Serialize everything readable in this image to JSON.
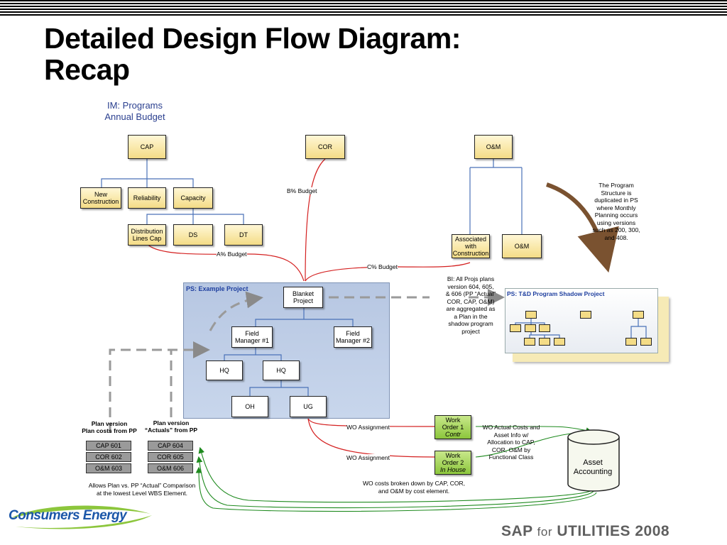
{
  "header": {
    "title_line1": "Detailed Design Flow Diagram:",
    "title_line2": "Recap"
  },
  "im_label": {
    "line1": "IM:  Programs",
    "line2": "Annual Budget"
  },
  "budget_boxes": {
    "cap": "CAP",
    "cor": "COR",
    "om": "O&M",
    "new_construction_1": "New",
    "new_construction_2": "Construction",
    "reliability": "Reliability",
    "capacity": "Capacity",
    "dist_lines_cap_1": "Distribution",
    "dist_lines_cap_2": "Lines Cap",
    "ds": "DS",
    "dt": "DT",
    "associated_1": "Associated",
    "associated_2": "with",
    "associated_3": "Construction",
    "om_child": "O&M"
  },
  "budget_labels": {
    "a": "A% Budget",
    "b": "B% Budget",
    "c": "C% Budget"
  },
  "ps_project": {
    "title": "PS: Example Project",
    "blanket_1": "Blanket",
    "blanket_2": "Project",
    "fm1_1": "Field",
    "fm1_2": "Manager #1",
    "fm2_1": "Field",
    "fm2_2": "Manager #2",
    "hq_a": "HQ",
    "hq_b": "HQ",
    "oh": "OH",
    "ug": "UG"
  },
  "shadow_project": {
    "title": "PS: T&D Program Shadow Project"
  },
  "notes": {
    "structure": [
      "The Program",
      "Structure is",
      "duplicated in PS",
      "where Monthly",
      "Planning occurs",
      "using versions",
      "such as 200, 300,",
      "and 408."
    ],
    "bi": [
      "BI: All Projs plans",
      "version 604, 605,",
      "& 606 (PP “Actual”",
      "COR, CAP, O&M)",
      "are aggregated as",
      "a Plan in the",
      "shadow program",
      "project"
    ],
    "wo_actual": [
      "WO Actual Costs and",
      "Asset Info w/",
      "Allocation to CAP,",
      "COR, O&M by",
      "Functional Class"
    ],
    "wo_costs": [
      "WO costs broken down by CAP, COR,",
      "and O&M by cost element."
    ],
    "allows": [
      "Allows Plan vs. PP “Actual” Comparison",
      "at the lowest Level WBS Element."
    ]
  },
  "wo_assignment": {
    "label1": "WO Assignment",
    "label2": "WO Assignment"
  },
  "work_orders": [
    {
      "line1": "Work",
      "line2": "Order 1",
      "line3": "Contr"
    },
    {
      "line1": "Work",
      "line2": "Order 2",
      "line3": "In House"
    }
  ],
  "plan_version_pp": {
    "title1": "Plan version",
    "title2": "Plan costs from PP",
    "items": [
      "CAP 601",
      "COR 602",
      "O&M 603"
    ]
  },
  "plan_version_actuals": {
    "title1": "Plan version",
    "title2": "“Actuals” from PP",
    "items": [
      "CAP 604",
      "COR 605",
      "O&M 606"
    ]
  },
  "asset_accounting": {
    "line1": "Asset",
    "line2": "Accounting"
  },
  "logo": {
    "text": "Consumers Energy"
  },
  "footer": {
    "sap": "SAP",
    "for": "for",
    "utilities": "UTILITIES 2008"
  },
  "colors": {
    "box_fill": "#f4dc86",
    "connector_blue": "#4a72b8",
    "budget_red": "#d42020",
    "flow_green": "#1e8a1e",
    "ps_area": "#b7c7e2",
    "title_blue": "#1f3f9f"
  }
}
